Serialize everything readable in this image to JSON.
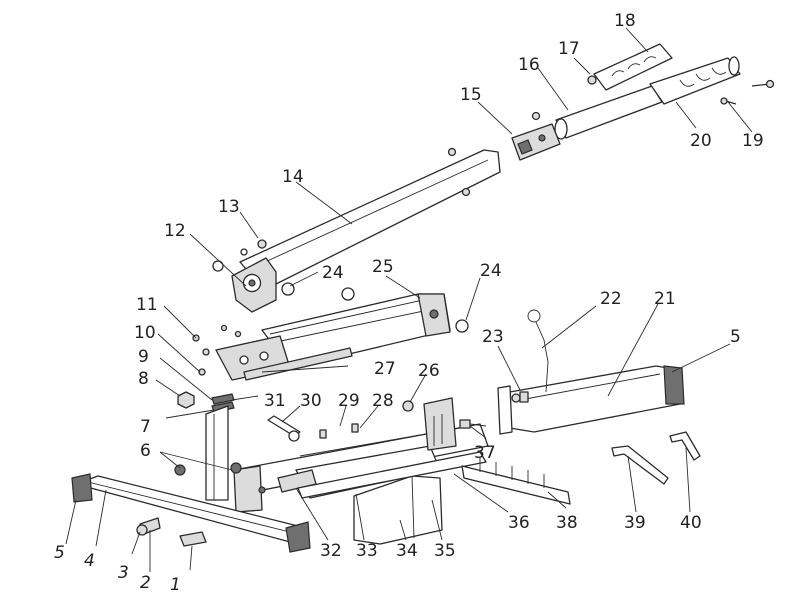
{
  "diagram": {
    "callouts": [
      "1",
      "2",
      "3",
      "4",
      "5",
      "6",
      "7",
      "8",
      "9",
      "10",
      "11",
      "12",
      "13",
      "14",
      "15",
      "16",
      "17",
      "18",
      "19",
      "20",
      "21",
      "22",
      "23",
      "24",
      "25",
      "26",
      "27",
      "28",
      "29",
      "30",
      "31",
      "32",
      "33",
      "34",
      "35",
      "36",
      "37",
      "38",
      "39",
      "40"
    ],
    "callout_5_right": "5",
    "callout_24_right": "24",
    "colors": {
      "line": "#2b2b2b",
      "fill_grey": "#dcdcdc",
      "fill_dark": "#6f6f6f",
      "background": "#ffffff"
    }
  }
}
